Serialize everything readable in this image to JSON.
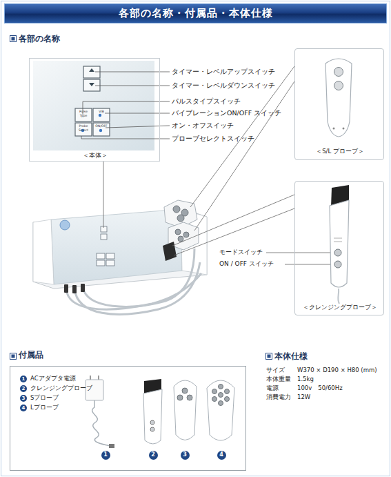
{
  "diagram": {
    "title": "各部の名称・付属品・本体仕様",
    "nodes": [
      {
        "text": [
          "＜本体＞"
        ]
      },
      {
        "text": [
          "＜S/L プローブ＞"
        ]
      },
      {
        "text": [
          "＜クレンジングプローブ＞"
        ]
      },
      {
        "text": [
          "付属品",
          "ACアダプタ電源",
          "クレンジングプローブ",
          "Sプローブ",
          "Lプローブ"
        ]
      }
    ],
    "labels": [
      "各部の名称",
      "タイマー・レベルアップスイッチ",
      "タイマー・レベルダウンスイッチ",
      "パルスタイプスイッチ",
      "バイブレーションON/OFF スイッチ",
      "オン・オフスイッチ",
      "プローブセレクトスイッチ",
      "Pulse Type",
      "VIB",
      "Probe Select",
      "ON/OFF",
      "モードスイッチ",
      "ON / OFF スイッチ",
      "1",
      "2",
      "3",
      "4",
      "1",
      "2",
      "3",
      "4",
      "本体仕様",
      "サイズ",
      "W370 × D190 × H80 (mm)",
      "本体重量",
      "1.5kg",
      "電源",
      "100v　50/60Hz",
      "消費電力",
      "12W"
    ]
  }
}
